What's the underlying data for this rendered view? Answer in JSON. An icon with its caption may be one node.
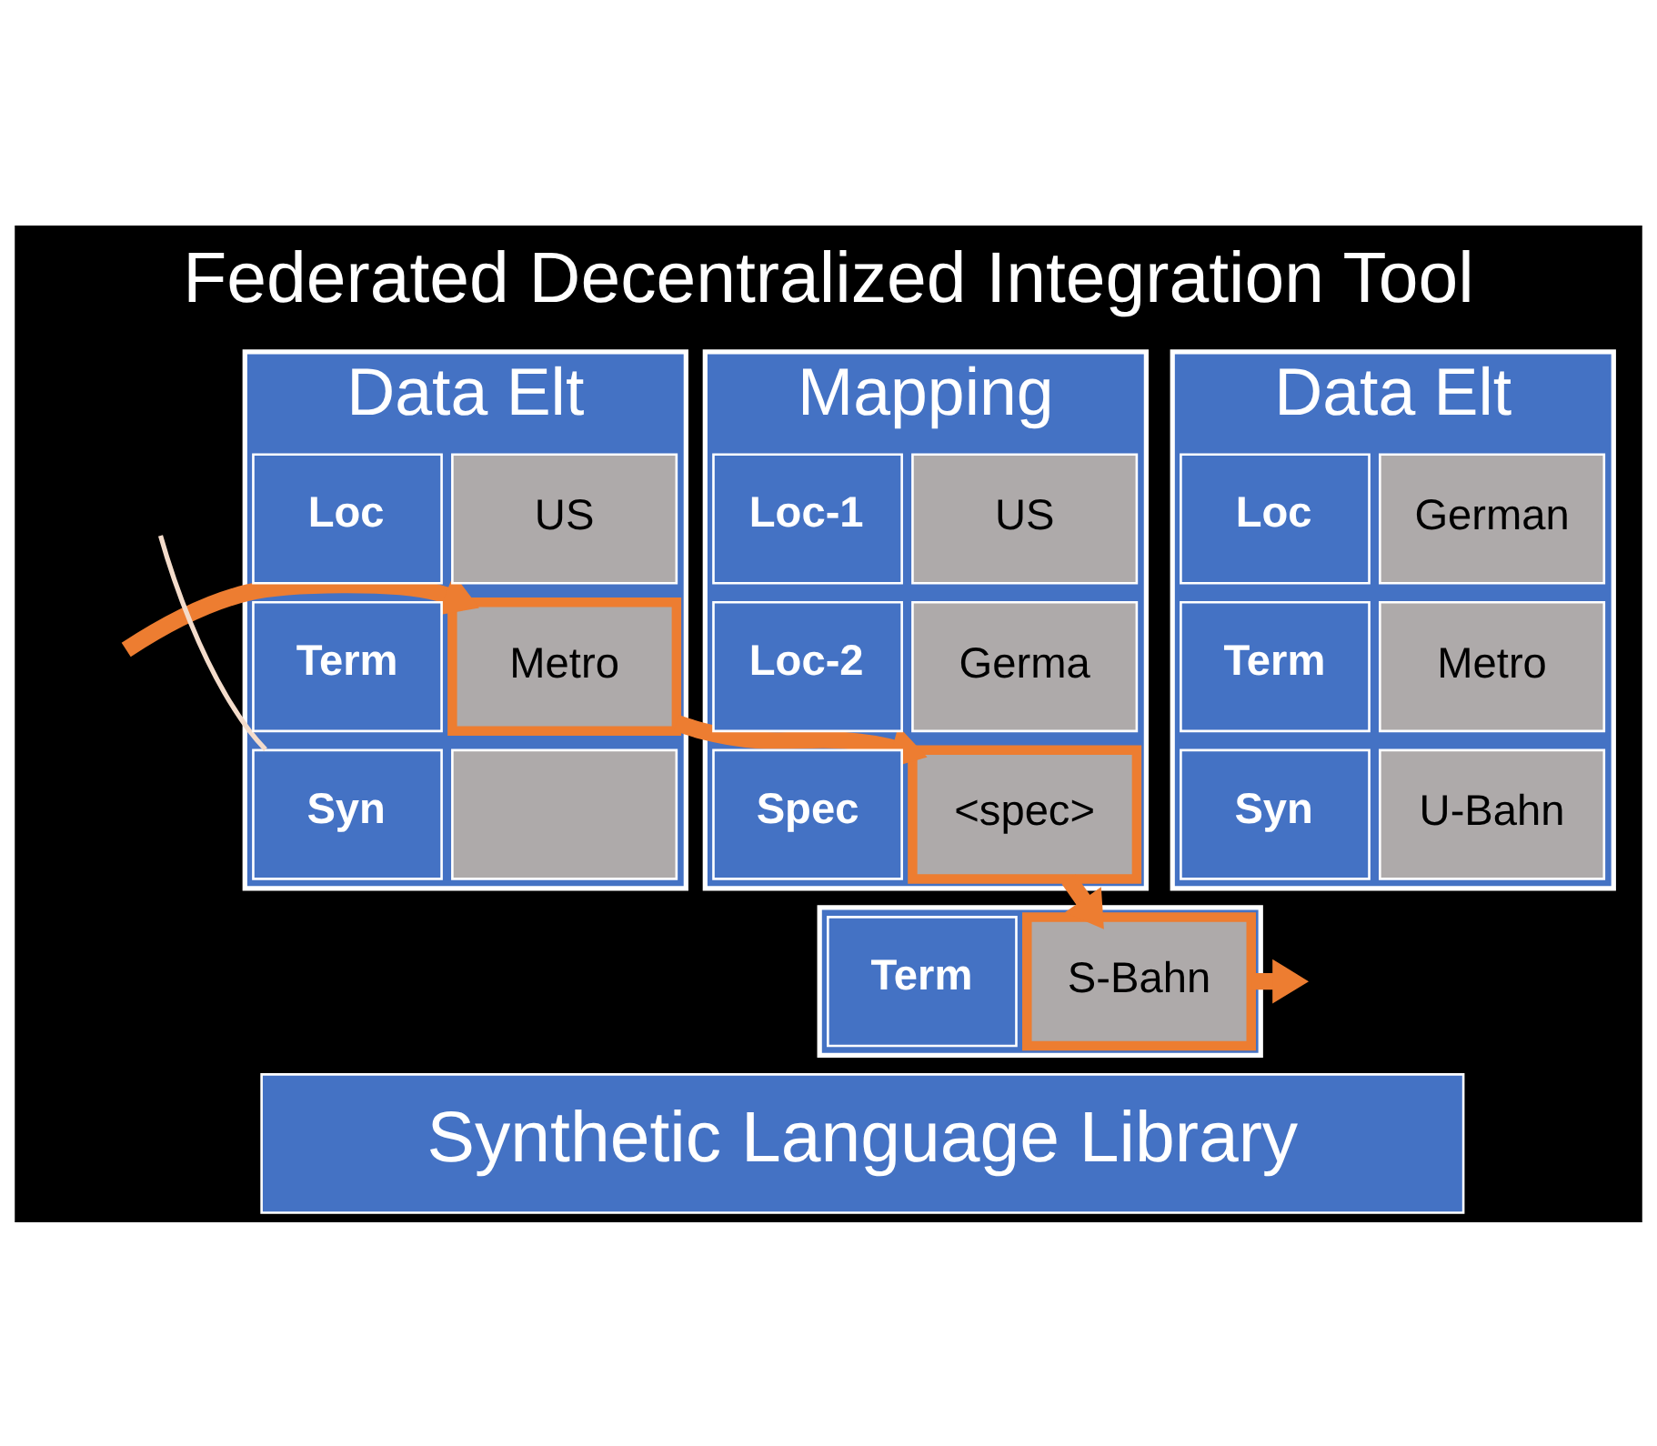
{
  "diagram": {
    "title": "Federated Decentralized Integration Tool",
    "nodes": [
      {
        "text": [
          "Data Elt"
        ]
      },
      {
        "text": [
          "Loc"
        ],
        "in": 0
      },
      {
        "text": [
          "US"
        ],
        "in": 0
      },
      {
        "text": [
          "Term"
        ],
        "in": 0
      },
      {
        "text": [
          "Metro"
        ],
        "in": 0
      },
      {
        "text": [
          "Syn"
        ],
        "in": 0
      },
      {
        "text": [],
        "shape": "box",
        "in": 0
      },
      {
        "text": [
          "Mapping"
        ]
      },
      {
        "text": [
          "Loc-1"
        ],
        "in": 7
      },
      {
        "text": [
          "US"
        ],
        "in": 7
      },
      {
        "text": [
          "Loc-2"
        ],
        "in": 7
      },
      {
        "text": [
          "Germa"
        ],
        "in": 7
      },
      {
        "text": [
          "Spec"
        ],
        "in": 7
      },
      {
        "text": [
          "<spec>"
        ],
        "in": 7
      },
      {
        "text": [
          "Data Elt"
        ]
      },
      {
        "text": [
          "Loc"
        ],
        "in": 14
      },
      {
        "text": [
          "German"
        ],
        "in": 14
      },
      {
        "text": [
          "Term"
        ],
        "in": 14
      },
      {
        "text": [
          "Metro"
        ],
        "in": 14
      },
      {
        "text": [
          "Syn"
        ],
        "in": 14
      },
      {
        "text": [
          "U-Bahn"
        ],
        "in": 14
      },
      {
        "text": [],
        "shape": "box"
      },
      {
        "text": [
          "Term"
        ],
        "in": 21
      },
      {
        "text": [
          "S-Bahn"
        ],
        "in": 21
      },
      {
        "text": [
          "Synthetic Language Library"
        ]
      }
    ],
    "edges": [
      {
        "from": null,
        "to": 4,
        "arrow": "to"
      },
      {
        "from": 4,
        "to": 13,
        "arrow": "to"
      },
      {
        "from": 13,
        "to": 23,
        "arrow": "to"
      },
      {
        "from": 23,
        "to": null,
        "arrow": "to"
      },
      {
        "from": null,
        "to": 5,
        "arrow": "none",
        "color": "#f4dccb"
      }
    ]
  }
}
